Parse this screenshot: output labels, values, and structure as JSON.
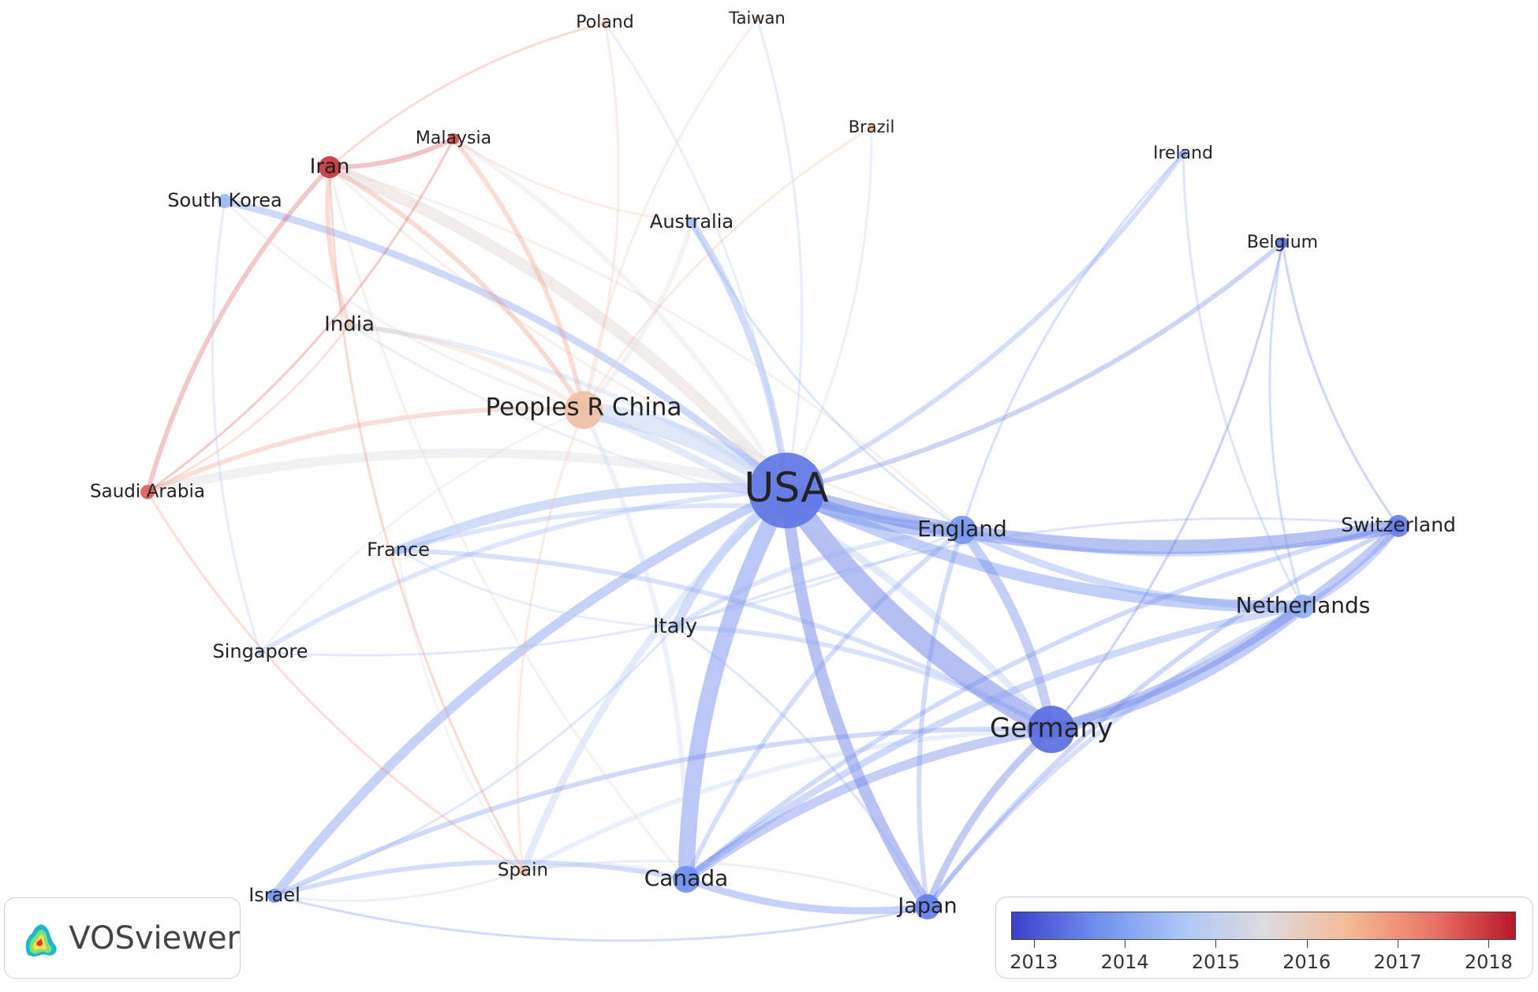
{
  "nodes": [
    {
      "id": "usa",
      "label": "USA",
      "year": 2013.4
    },
    {
      "id": "germany",
      "label": "Germany",
      "year": 2013.3
    },
    {
      "id": "china",
      "label": "Peoples R China",
      "year": 2016.3
    },
    {
      "id": "england",
      "label": "England",
      "year": 2013.8
    },
    {
      "id": "switzerland",
      "label": "Switzerland",
      "year": 2013.5
    },
    {
      "id": "netherlands",
      "label": "Netherlands",
      "year": 2014.2
    },
    {
      "id": "canada",
      "label": "Canada",
      "year": 2013.7
    },
    {
      "id": "japan",
      "label": "Japan",
      "year": 2013.5
    },
    {
      "id": "italy",
      "label": "Italy",
      "year": 2014.7
    },
    {
      "id": "france",
      "label": "France",
      "year": 2014.6
    },
    {
      "id": "singapore",
      "label": "Singapore",
      "year": 2014.9
    },
    {
      "id": "israel",
      "label": "Israel",
      "year": 2013.8
    },
    {
      "id": "spain",
      "label": "Spain",
      "year": 2016.4
    },
    {
      "id": "saudi",
      "label": "Saudi Arabia",
      "year": 2017.6
    },
    {
      "id": "india",
      "label": "India",
      "year": 2016.0
    },
    {
      "id": "iran",
      "label": "Iran",
      "year": 2018.0
    },
    {
      "id": "southkorea",
      "label": "South Korea",
      "year": 2014.4
    },
    {
      "id": "malaysia",
      "label": "Malaysia",
      "year": 2017.8
    },
    {
      "id": "poland",
      "label": "Poland",
      "year": 2016.2
    },
    {
      "id": "taiwan",
      "label": "Taiwan",
      "year": 2015.9
    },
    {
      "id": "brazil",
      "label": "Brazil",
      "year": 2016.5
    },
    {
      "id": "australia",
      "label": "Australia",
      "year": 2014.6
    },
    {
      "id": "ireland",
      "label": "Ireland",
      "year": 2014.0
    },
    {
      "id": "belgium",
      "label": "Belgium",
      "year": 2013.3
    }
  ],
  "links": [
    [
      "usa",
      "germany",
      9
    ],
    [
      "usa",
      "china",
      8
    ],
    [
      "usa",
      "england",
      6
    ],
    [
      "usa",
      "switzerland",
      6
    ],
    [
      "usa",
      "netherlands",
      5
    ],
    [
      "usa",
      "canada",
      7
    ],
    [
      "usa",
      "japan",
      5
    ],
    [
      "usa",
      "iran",
      5
    ],
    [
      "usa",
      "italy",
      4
    ],
    [
      "usa",
      "france",
      4
    ],
    [
      "usa",
      "saudi",
      4
    ],
    [
      "usa",
      "israel",
      4
    ],
    [
      "usa",
      "spain",
      3
    ],
    [
      "usa",
      "southkorea",
      3
    ],
    [
      "usa",
      "australia",
      3
    ],
    [
      "usa",
      "singapore",
      2
    ],
    [
      "usa",
      "india",
      2
    ],
    [
      "usa",
      "malaysia",
      2
    ],
    [
      "usa",
      "brazil",
      1
    ],
    [
      "usa",
      "poland",
      1
    ],
    [
      "usa",
      "taiwan",
      1
    ],
    [
      "usa",
      "ireland",
      2
    ],
    [
      "usa",
      "belgium",
      2
    ],
    [
      "germany",
      "netherlands",
      5
    ],
    [
      "germany",
      "switzerland",
      4
    ],
    [
      "germany",
      "england",
      4
    ],
    [
      "germany",
      "canada",
      4
    ],
    [
      "germany",
      "japan",
      3
    ],
    [
      "germany",
      "china",
      3
    ],
    [
      "germany",
      "italy",
      2
    ],
    [
      "germany",
      "france",
      2
    ],
    [
      "germany",
      "spain",
      2
    ],
    [
      "germany",
      "israel",
      2
    ],
    [
      "germany",
      "belgium",
      1
    ],
    [
      "england",
      "netherlands",
      3
    ],
    [
      "england",
      "switzerland",
      2
    ],
    [
      "england",
      "canada",
      2
    ],
    [
      "england",
      "japan",
      2
    ],
    [
      "england",
      "italy",
      2
    ],
    [
      "england",
      "france",
      2
    ],
    [
      "england",
      "iran",
      1
    ],
    [
      "netherlands",
      "switzerland",
      3
    ],
    [
      "netherlands",
      "canada",
      3
    ],
    [
      "netherlands",
      "japan",
      2
    ],
    [
      "switzerland",
      "japan",
      2
    ],
    [
      "switzerland",
      "canada",
      2
    ],
    [
      "switzerland",
      "italy",
      1
    ],
    [
      "canada",
      "japan",
      3
    ],
    [
      "canada",
      "israel",
      2
    ],
    [
      "canada",
      "spain",
      2
    ],
    [
      "canada",
      "china",
      2
    ],
    [
      "china",
      "iran",
      2
    ],
    [
      "china",
      "saudi",
      2
    ],
    [
      "china",
      "malaysia",
      2
    ],
    [
      "china",
      "india",
      2
    ],
    [
      "china",
      "australia",
      2
    ],
    [
      "china",
      "poland",
      1
    ],
    [
      "china",
      "spain",
      1
    ],
    [
      "china",
      "singapore",
      1
    ],
    [
      "iran",
      "malaysia",
      2
    ],
    [
      "iran",
      "saudi",
      2
    ],
    [
      "iran",
      "india",
      2
    ],
    [
      "iran",
      "spain",
      1
    ],
    [
      "iran",
      "england",
      1
    ],
    [
      "iran",
      "canada",
      1
    ],
    [
      "saudi",
      "malaysia",
      1
    ],
    [
      "saudi",
      "spain",
      1
    ],
    [
      "saudi",
      "india",
      1
    ],
    [
      "southkorea",
      "china",
      1
    ],
    [
      "southkorea",
      "singapore",
      1
    ],
    [
      "israel",
      "spain",
      1
    ],
    [
      "israel",
      "japan",
      1
    ],
    [
      "israel",
      "italy",
      1
    ],
    [
      "japan",
      "italy",
      1
    ],
    [
      "japan",
      "spain",
      1
    ],
    [
      "france",
      "italy",
      1
    ],
    [
      "france",
      "spain",
      1
    ],
    [
      "australia",
      "england",
      1
    ],
    [
      "ireland",
      "england",
      1
    ],
    [
      "ireland",
      "netherlands",
      1
    ],
    [
      "belgium",
      "netherlands",
      1
    ],
    [
      "belgium",
      "switzerland",
      1
    ],
    [
      "brazil",
      "china",
      1
    ],
    [
      "taiwan",
      "china",
      1
    ],
    [
      "poland",
      "iran",
      1
    ],
    [
      "singapore",
      "england",
      1
    ],
    [
      "malaysia",
      "australia",
      1
    ],
    [
      "india",
      "england",
      1
    ]
  ],
  "legend": {
    "title": "",
    "ticks": [
      "2013",
      "2014",
      "2015",
      "2016",
      "2017",
      "2018"
    ],
    "min": 2012.75,
    "max": 2018.3,
    "colors": [
      "#3b3fc7",
      "#6f8ef0",
      "#aac6f7",
      "#dcdbe0",
      "#f4bb98",
      "#ea7668",
      "#b8162a"
    ]
  },
  "brand": {
    "name": "VOSviewer"
  }
}
